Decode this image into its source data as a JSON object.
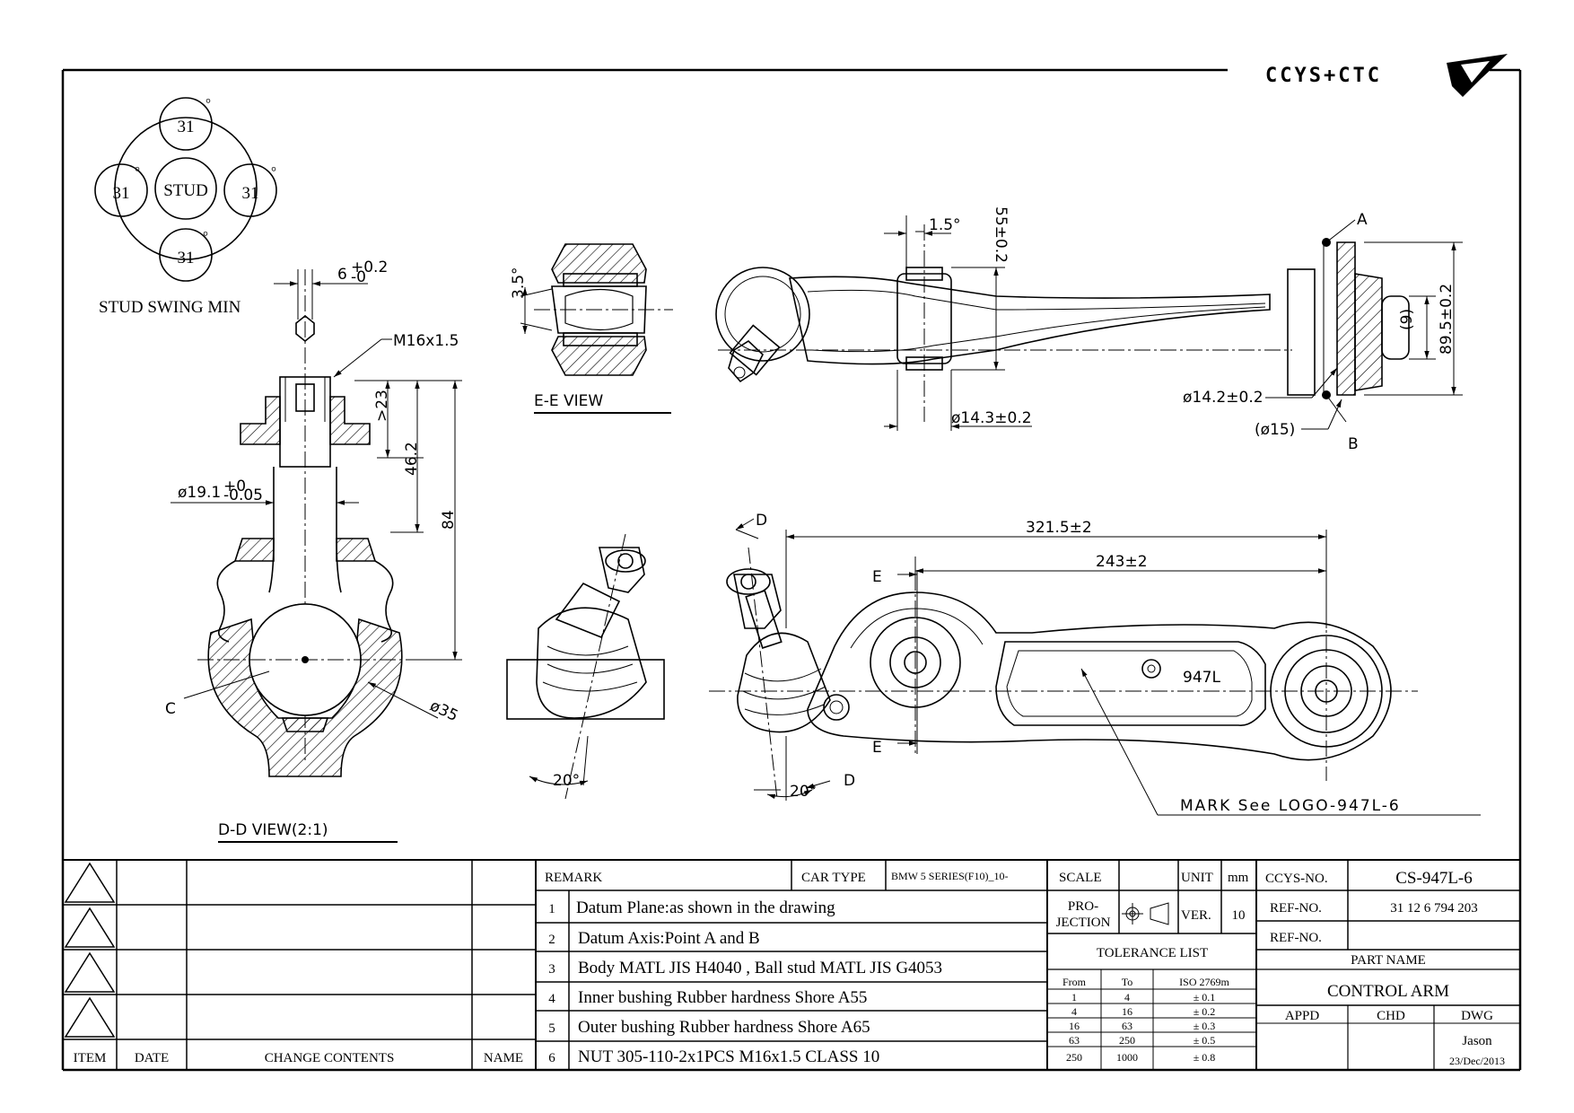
{
  "logo": {
    "text": "CCYS+CTC"
  },
  "stud_swing": {
    "angles": [
      "31",
      "31",
      "31",
      "31"
    ],
    "center_label": "STUD",
    "caption": "STUD SWING MIN"
  },
  "views": {
    "dd_caption": "D-D VIEW(2:1)",
    "ee_caption": "E-E VIEW",
    "mark_note": "MARK See LOGO-947L-6",
    "arm_mark": "947L"
  },
  "dimensions": {
    "d_6": "6",
    "d_6_tol_top": "+0.2",
    "d_6_tol_bot": "-0",
    "thread": "M16x1.5",
    "d_23": ">23",
    "d_46_2": "46.2",
    "d_84": "84",
    "dia_19_1": "ø19.1",
    "dia_19_1_tol_top": "+0",
    "dia_19_1_tol_bot": "-0.05",
    "dia_35": "ø35",
    "angle_3_5": "3.5°",
    "angle_1_5": "1.5°",
    "d_55": "55±0.2",
    "dia_14_3": "ø14.3±0.2",
    "dia_14_2": "ø14.2±0.2",
    "dia_15": "(ø15)",
    "d_9": "(9)",
    "d_89_5": "89.5±0.2",
    "d_321_5": "321.5±2",
    "d_243": "243±2",
    "angle_20a": "20°",
    "angle_20b": "20°",
    "label_A": "A",
    "label_B": "B",
    "label_C": "C",
    "label_D1": "D",
    "label_D2": "D",
    "label_E1": "E",
    "label_E2": "E"
  },
  "revision_block": {
    "headers": {
      "item": "ITEM",
      "date": "DATE",
      "change": "CHANGE CONTENTS",
      "name": "NAME"
    }
  },
  "remarks": {
    "header": "REMARK",
    "car_type_label": "CAR TYPE",
    "car_type_value": "BMW 5 SERIES(F10)_10-",
    "items": [
      {
        "no": "1",
        "text": "Datum Plane:as shown in the drawing"
      },
      {
        "no": "2",
        "text": "Datum Axis:Point A and B"
      },
      {
        "no": "3",
        "text": "Body MATL JIS H4040 , Ball stud MATL JIS G4053"
      },
      {
        "no": "4",
        "text": "Inner bushing Rubber hardness Shore A55"
      },
      {
        "no": "5",
        "text": "Outer bushing Rubber hardness Shore A65"
      },
      {
        "no": "6",
        "text": "NUT 305-110-2x1PCS M16x1.5 CLASS 10"
      }
    ]
  },
  "scale_block": {
    "scale_label": "SCALE",
    "unit_label": "UNIT",
    "unit_value": "mm",
    "projection_label_1": "PRO-",
    "projection_label_2": "JECTION",
    "ver_label": "VER.",
    "ver_value": "10"
  },
  "tolerance": {
    "title": "TOLERANCE LIST",
    "col_from": "From",
    "col_to": "To",
    "col_std": "ISO 2769m",
    "rows": [
      {
        "from": "1",
        "to": "4",
        "tol": "± 0.1"
      },
      {
        "from": "4",
        "to": "16",
        "tol": "± 0.2"
      },
      {
        "from": "16",
        "to": "63",
        "tol": "± 0.3"
      },
      {
        "from": "63",
        "to": "250",
        "tol": "± 0.5"
      },
      {
        "from": "250",
        "to": "1000",
        "tol": "± 0.8"
      }
    ]
  },
  "part_info": {
    "ccys_no_label": "CCYS-NO.",
    "ccys_no_value": "CS-947L-6",
    "ref_no_label_1": "REF-NO.",
    "ref_no_value_1": "31 12 6 794 203",
    "ref_no_label_2": "REF-NO.",
    "ref_no_value_2": "",
    "part_name_label": "PART NAME",
    "part_name_value": "CONTROL ARM",
    "appd_label": "APPD",
    "chd_label": "CHD",
    "dwg_label": "DWG",
    "dwg_name": "Jason",
    "dwg_date": "23/Dec/2013"
  }
}
